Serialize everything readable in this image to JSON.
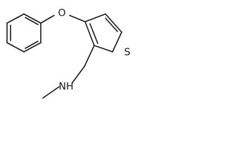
{
  "molecule": {
    "atoms": {
      "oxygen": "O",
      "sulfur": "S",
      "amine": "NH"
    },
    "colors": {
      "bond": "#1a1a1a",
      "label": "#1a1a1a",
      "background": "#ffffff"
    }
  }
}
